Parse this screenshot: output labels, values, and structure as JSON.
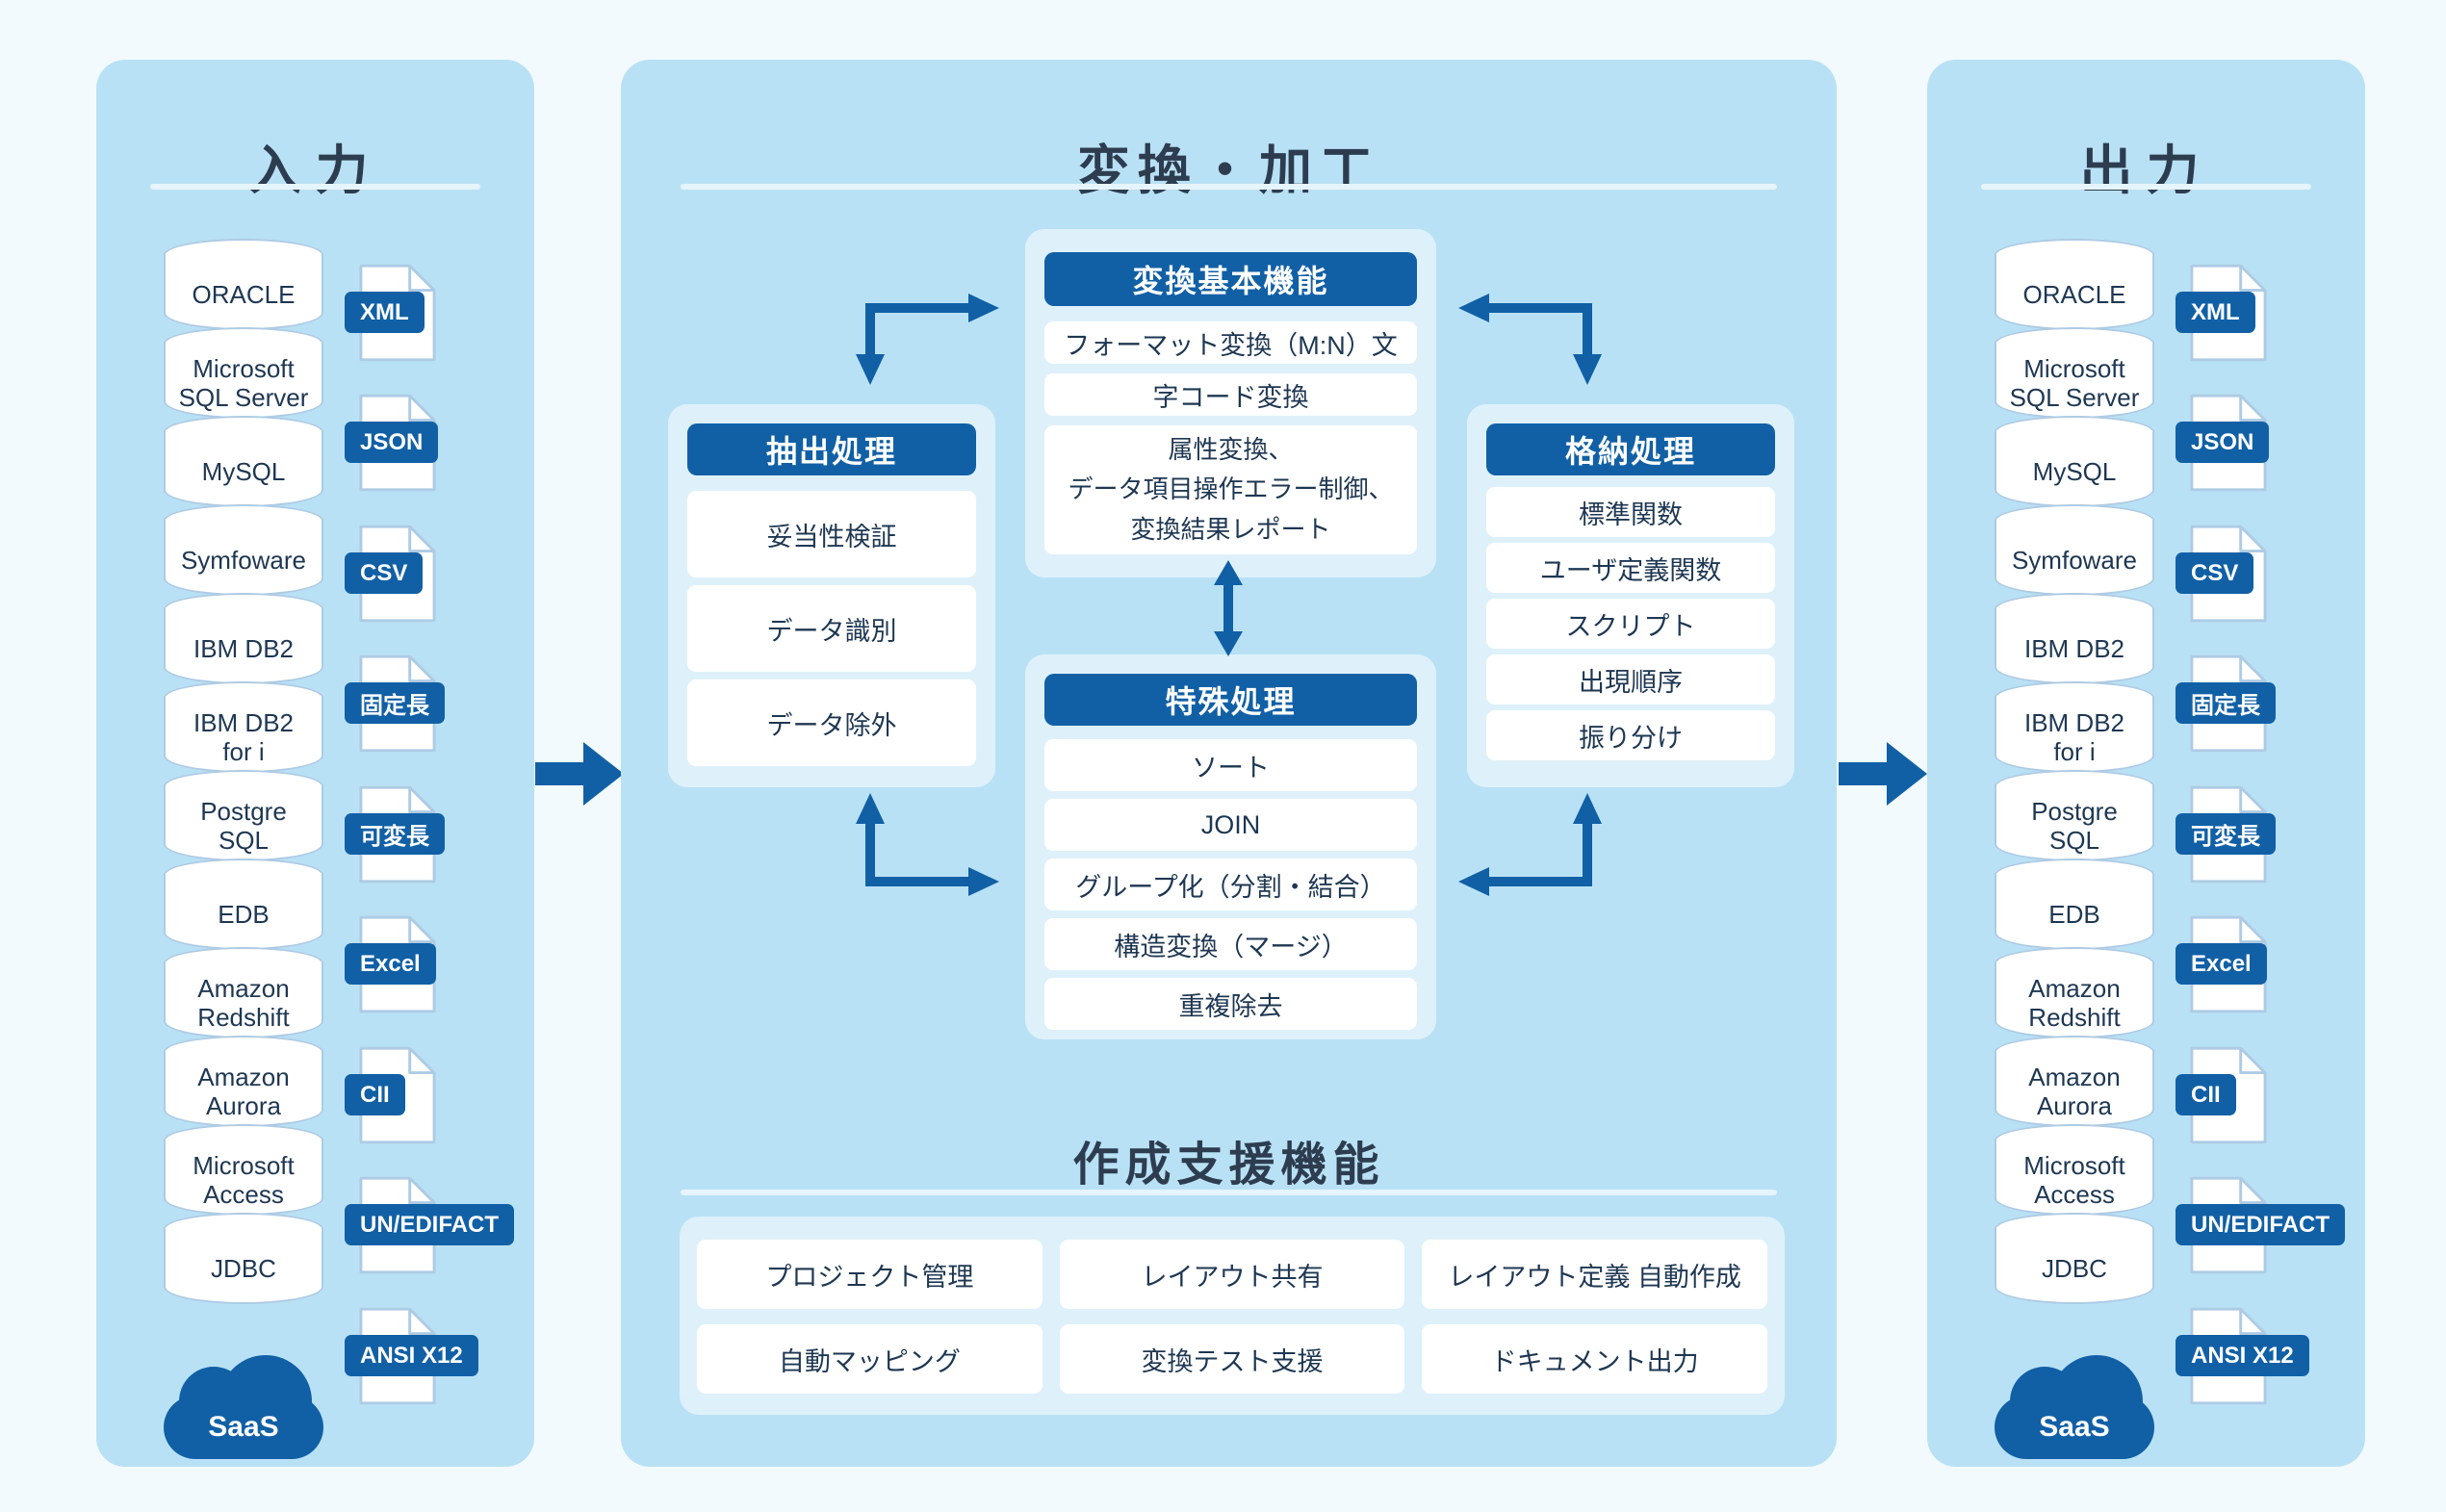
{
  "colors": {
    "accent_blue": "#1160a6",
    "panel_blue": "#b9e1f5",
    "container_blue": "#def1fa",
    "page_background": "#f2fafd",
    "title_text": "#2d3d4f",
    "body_text": "#1e3752"
  },
  "input": {
    "title": "入力",
    "databases": [
      "ORACLE",
      "Microsoft\nSQL Server",
      "MySQL",
      "Symfoware",
      "IBM DB2",
      "IBM DB2\nfor i",
      "Postgre\nSQL",
      "EDB",
      "Amazon\nRedshift",
      "Amazon\nAurora",
      "Microsoft\nAccess",
      "JDBC"
    ],
    "formats": [
      "XML",
      "JSON",
      "CSV",
      "固定長",
      "可変長",
      "Excel",
      "CII",
      "UN/EDIFACT",
      "ANSI X12"
    ],
    "cloud": "SaaS"
  },
  "transform": {
    "title": "変換・加工",
    "basic": {
      "header": "変換基本機能",
      "items": [
        "フォーマット変換（M:N）文",
        "字コード変換",
        "属性変換、\nデータ項目操作エラー制御、\n変換結果レポート"
      ]
    },
    "extract": {
      "header": "抽出処理",
      "items": [
        "妥当性検証",
        "データ識別",
        "データ除外"
      ]
    },
    "store": {
      "header": "格納処理",
      "items": [
        "標準関数",
        "ユーザ定義関数",
        "スクリプト",
        "出現順序",
        "振り分け"
      ]
    },
    "special": {
      "header": "特殊処理",
      "items": [
        "ソート",
        "JOIN",
        "グループ化（分割・結合）",
        "構造変換（マージ）",
        "重複除去"
      ]
    },
    "support": {
      "title": "作成支援機能",
      "items": [
        "プロジェクト管理",
        "レイアウト共有",
        "レイアウト定義 自動作成",
        "自動マッピング",
        "変換テスト支援",
        "ドキュメント出力"
      ]
    }
  },
  "output": {
    "title": "出力",
    "databases": [
      "ORACLE",
      "Microsoft\nSQL Server",
      "MySQL",
      "Symfoware",
      "IBM DB2",
      "IBM DB2\nfor i",
      "Postgre\nSQL",
      "EDB",
      "Amazon\nRedshift",
      "Amazon\nAurora",
      "Microsoft\nAccess",
      "JDBC"
    ],
    "formats": [
      "XML",
      "JSON",
      "CSV",
      "固定長",
      "可変長",
      "Excel",
      "CII",
      "UN/EDIFACT",
      "ANSI X12"
    ],
    "cloud": "SaaS"
  }
}
